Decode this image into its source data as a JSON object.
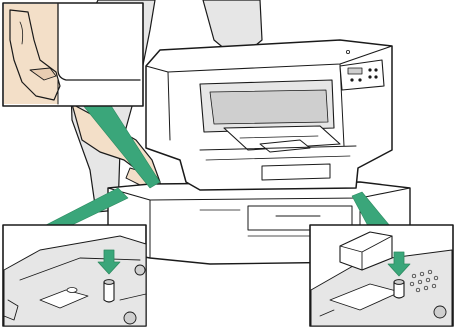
{
  "illustration": {
    "subject": "printer-on-optional-paper-tray-unit",
    "insets": [
      "hand-grip-closeup",
      "left-alignment-pin-closeup",
      "right-alignment-pin-closeup"
    ],
    "colors": {
      "pointer": "#3aa67a",
      "pointer_dark": "#2b8a5f",
      "line": "#1a1a1a",
      "shade_light": "#e6e6e6",
      "shade_mid": "#cfcfcf",
      "shade_dark": "#9a9a9a",
      "skin": "#f3dfc8"
    }
  }
}
